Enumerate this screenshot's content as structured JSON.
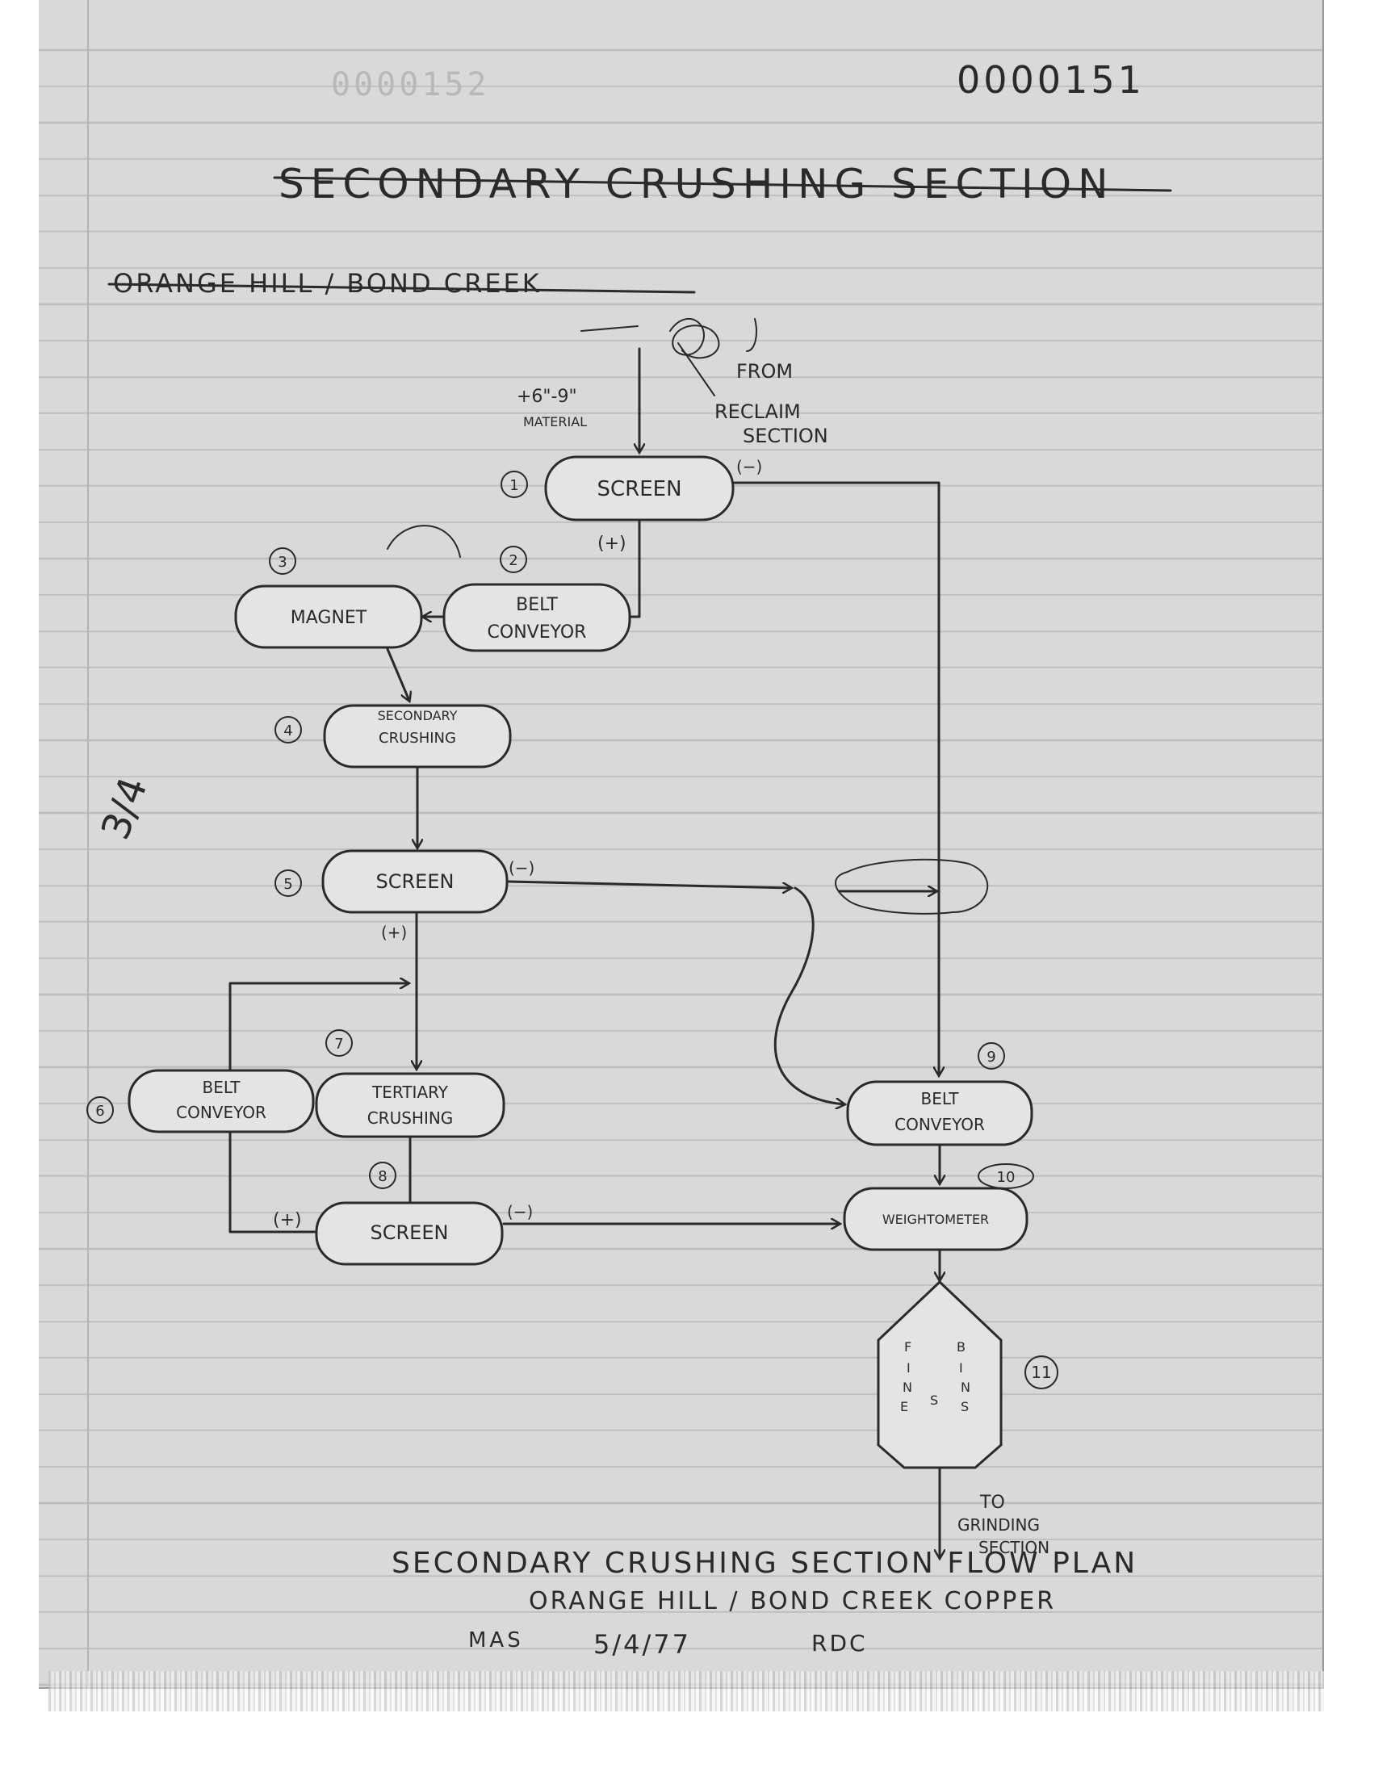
{
  "doc_number": "0000151",
  "doc_number_ghost": "0000152",
  "heading": "SECONDARY CRUSHING SECTION",
  "subheading": "ORANGE HILL / BOND CREEK",
  "margin_note": "3/4",
  "input_label": [
    "+6\"-9\"",
    "MATERIAL"
  ],
  "source_label": [
    "FROM",
    "RECLAIM",
    "SECTION"
  ],
  "nodes": [
    {
      "id": "1",
      "lines": [
        "SCREEN"
      ]
    },
    {
      "id": "2",
      "lines": [
        "BELT",
        "CONVEYOR"
      ]
    },
    {
      "id": "3",
      "lines": [
        "MAGNET"
      ]
    },
    {
      "id": "4",
      "lines": [
        "SECONDARY",
        "CRUSHING"
      ]
    },
    {
      "id": "5",
      "lines": [
        "SCREEN"
      ]
    },
    {
      "id": "6",
      "lines": [
        "BELT",
        "CONVEYOR"
      ]
    },
    {
      "id": "7",
      "lines": [
        "TERTIARY",
        "CRUSHING"
      ]
    },
    {
      "id": "8",
      "lines": [
        "SCREEN"
      ]
    },
    {
      "id": "9",
      "lines": [
        "BELT",
        "CONVEYOR"
      ]
    },
    {
      "id": "10",
      "lines": [
        "WEIGHTOMETER"
      ]
    },
    {
      "id": "11",
      "lines": [
        "FINES BINS"
      ]
    }
  ],
  "bin_letters": [
    "F",
    "I",
    "N",
    "E",
    "S",
    "B",
    "I",
    "N",
    "S"
  ],
  "flow_marks": {
    "minus": "(−)",
    "plus": "(+)"
  },
  "output_label": [
    "TO",
    "GRINDING",
    "SECTION"
  ],
  "caption": [
    "SECONDARY CRUSHING SECTION FLOW PLAN",
    "ORANGE HILL / BOND CREEK COPPER"
  ],
  "signature": {
    "initials_left": "MAS",
    "date": "5/4/77",
    "initials_right": "RDC"
  }
}
